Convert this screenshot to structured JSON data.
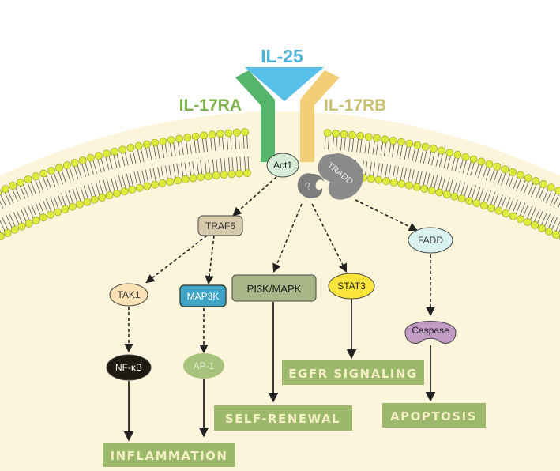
{
  "ligand": {
    "label": "IL-25",
    "color": "#58c0e8"
  },
  "receptors": {
    "ra": {
      "label": "IL-17RA",
      "color": "#55b56a",
      "text_color": "#7eb24c"
    },
    "rb": {
      "label": "IL-17RB",
      "color": "#f2cf77",
      "text_color": "#c8c070"
    }
  },
  "nodes": {
    "act1": "Act1",
    "unknown": "?",
    "tradd": "TRADD",
    "traf6": "TRAF6",
    "tak1": "TAK1",
    "map3k": "MAP3K",
    "pi3k": "PI3K/MAPK",
    "stat3": "STAT3",
    "fadd": "FADD",
    "nfkb": "NF-κB",
    "ap1": "AP-1",
    "caspase": "Caspase"
  },
  "outcomes": {
    "inflammation": "INFLAMMATION",
    "self_renewal": "SELF-RENEWAL",
    "egfr": "EGFR SIGNALING",
    "apoptosis": "APOPTOSIS"
  },
  "colors": {
    "cytoplasm": "#fcf5dc",
    "membrane_head": "#e0ea3a",
    "outcome_box": "#9cb96b",
    "outcome_text": "#f3eec3"
  }
}
